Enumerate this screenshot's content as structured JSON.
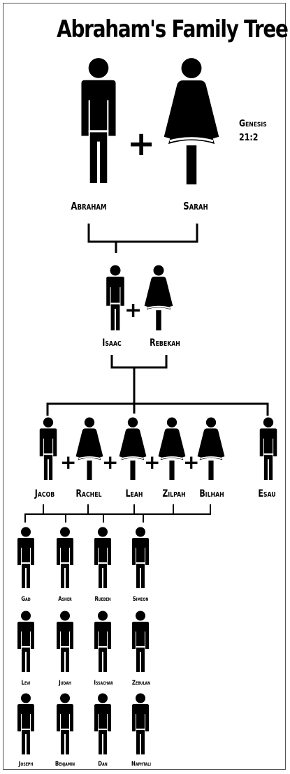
{
  "title": "Abraham's Family Tree",
  "reference": {
    "book": "Genesis",
    "verse": "21:2"
  },
  "generation_1": [
    {
      "name": "Abraham",
      "gender": "male"
    },
    {
      "name": "Sarah",
      "gender": "female"
    }
  ],
  "generation_2": [
    {
      "name": "Isaac",
      "gender": "male"
    },
    {
      "name": "Rebekah",
      "gender": "female"
    }
  ],
  "generation_3": [
    {
      "name": "Jacob",
      "gender": "male"
    },
    {
      "name": "Rachel",
      "gender": "female"
    },
    {
      "name": "Leah",
      "gender": "female"
    },
    {
      "name": "Zilpah",
      "gender": "female"
    },
    {
      "name": "Bilhah",
      "gender": "female"
    },
    {
      "name": "Esau",
      "gender": "male"
    }
  ],
  "sons_of_jacob": [
    "Gad",
    "Asher",
    "Rueben",
    "Simeon",
    "Levi",
    "Judah",
    "Issachar",
    "Zebulan",
    "Joseph",
    "Benjamin",
    "Dan",
    "Naphtali"
  ],
  "plus_sign": "+",
  "colors": {
    "ink": "#000000",
    "background": "#ffffff"
  }
}
